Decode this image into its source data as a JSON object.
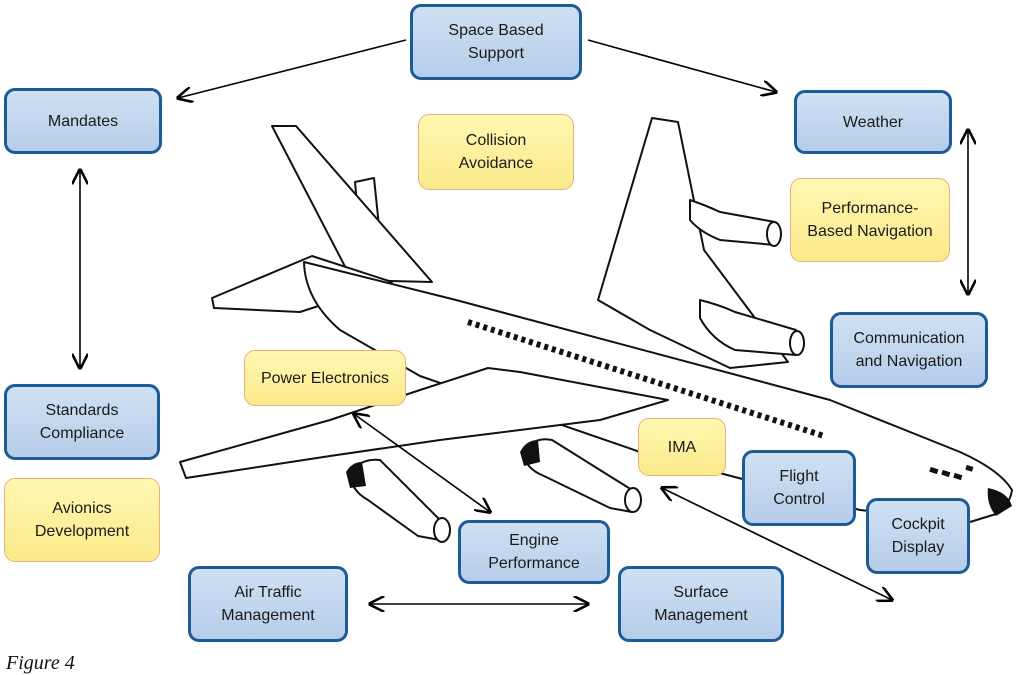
{
  "nodes": {
    "space_based_support": "Space Based\nSupport",
    "mandates": "Mandates",
    "weather": "Weather",
    "collision_avoidance": "Collision\nAvoidance",
    "performance_based_navigation": "Performance-\nBased Navigation",
    "communication_navigation": "Communication\nand Navigation",
    "power_electronics": "Power Electronics",
    "standards_compliance": "Standards\nCompliance",
    "avionics_development": "Avionics\nDevelopment",
    "ima": "IMA",
    "flight_control": "Flight\nControl",
    "cockpit_display": "Cockpit\nDisplay",
    "engine_performance": "Engine\nPerformance",
    "air_traffic_management": "Air Traffic\nManagement",
    "surface_management": "Surface\nManagement"
  },
  "caption": "Figure 4",
  "colors": {
    "blue_fill": "#c4d8ef",
    "blue_border": "#1d5b94",
    "yellow_fill": "#fdf0a0",
    "yellow_border": "#e9b07c"
  }
}
